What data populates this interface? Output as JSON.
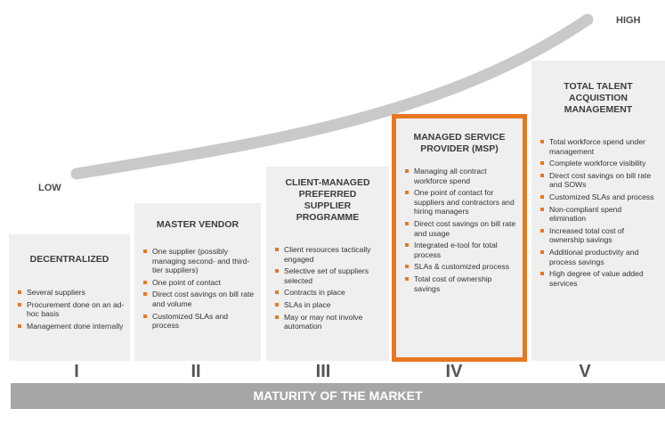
{
  "end_labels": {
    "low": "LOW",
    "high": "HIGH"
  },
  "stages": [
    {
      "title": "DECENTRALIZED",
      "items": [
        "Several suppliers",
        "Procurement done on an ad-hoc basis",
        "Management done internally"
      ]
    },
    {
      "title": "MASTER VENDOR",
      "items": [
        "One supplier (possibly managing second- and third-tier suppliers)",
        "One point of contact",
        "Direct cost savings on bill rate and volume",
        "Customized SLAs and process"
      ]
    },
    {
      "title": "CLIENT-MANAGED\nPREFERRED\nSUPPLIER\nPROGRAMME",
      "items": [
        "Client resources tactically engaged",
        "Selective set of suppliers selected",
        "Contracts in place",
        "SLAs in place",
        "May or may not involve automation"
      ]
    },
    {
      "title": "MANAGED SERVICE\nPROVIDER (MSP)",
      "items": [
        "Managing all contract workforce spend",
        "One point of contact for suppliers and contractors and hiring managers",
        "Direct cost savings on bill rate and usage",
        "Integrated e-tool for total process",
        "SLAs & customized process",
        "Total cost of ownership savings"
      ]
    },
    {
      "title": "TOTAL TALENT ACQUISTION\nMANAGEMENT",
      "items": [
        "Total workforce spend under management",
        "Complete workforce visibility",
        "Direct cost savings on bill rate and SOWs",
        "Customized SLAs and process",
        "Non-compliant spend elimination",
        "Increased total cost of ownership savings",
        "Additional productivity and process savings",
        "High degree of value added services"
      ]
    }
  ],
  "numerals": [
    "I",
    "II",
    "III",
    "IV",
    "V"
  ],
  "bar_label": "MATURITY OF THE MARKET",
  "colors": {
    "accent": "#e87722",
    "box": "#efefef",
    "bar": "#a6a6a6",
    "curve": "#c9c9c9"
  }
}
